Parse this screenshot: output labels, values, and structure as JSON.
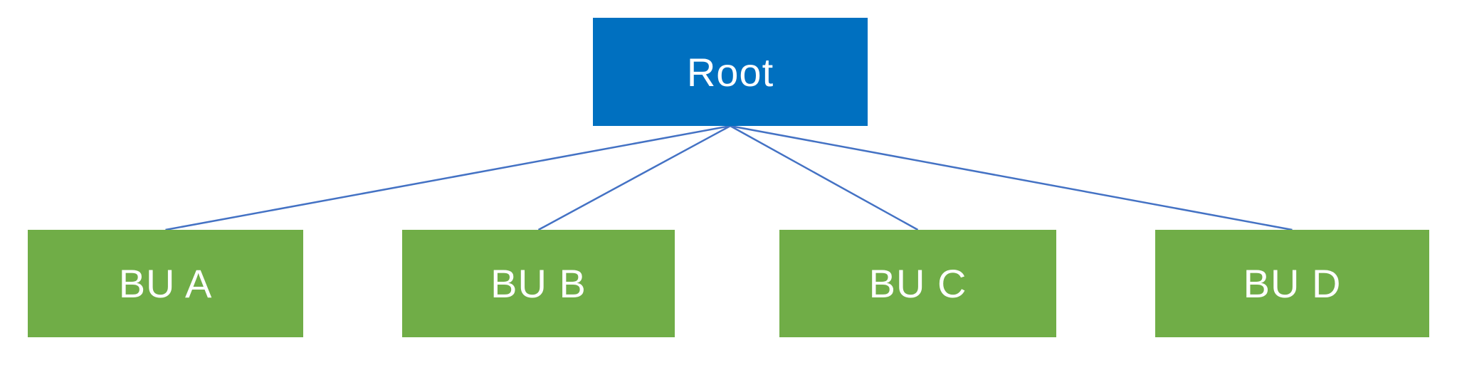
{
  "nodes": [
    {
      "id": "root",
      "label": "Root"
    },
    {
      "id": "bu-a",
      "label": "BU A"
    },
    {
      "id": "bu-b",
      "label": "BU B"
    },
    {
      "id": "bu-c",
      "label": "BU C"
    },
    {
      "id": "bu-d",
      "label": "BU D"
    }
  ],
  "edges": [
    {
      "from": "root",
      "to": "bu-a"
    },
    {
      "from": "root",
      "to": "bu-b"
    },
    {
      "from": "root",
      "to": "bu-c"
    },
    {
      "from": "root",
      "to": "bu-d"
    }
  ],
  "colors": {
    "root_fill": "#0070C0",
    "bu_fill": "#70AD47",
    "connector": "#4472C4",
    "text": "#FFFFFF",
    "background": "#FFFFFF"
  },
  "connector_width": 2.5
}
